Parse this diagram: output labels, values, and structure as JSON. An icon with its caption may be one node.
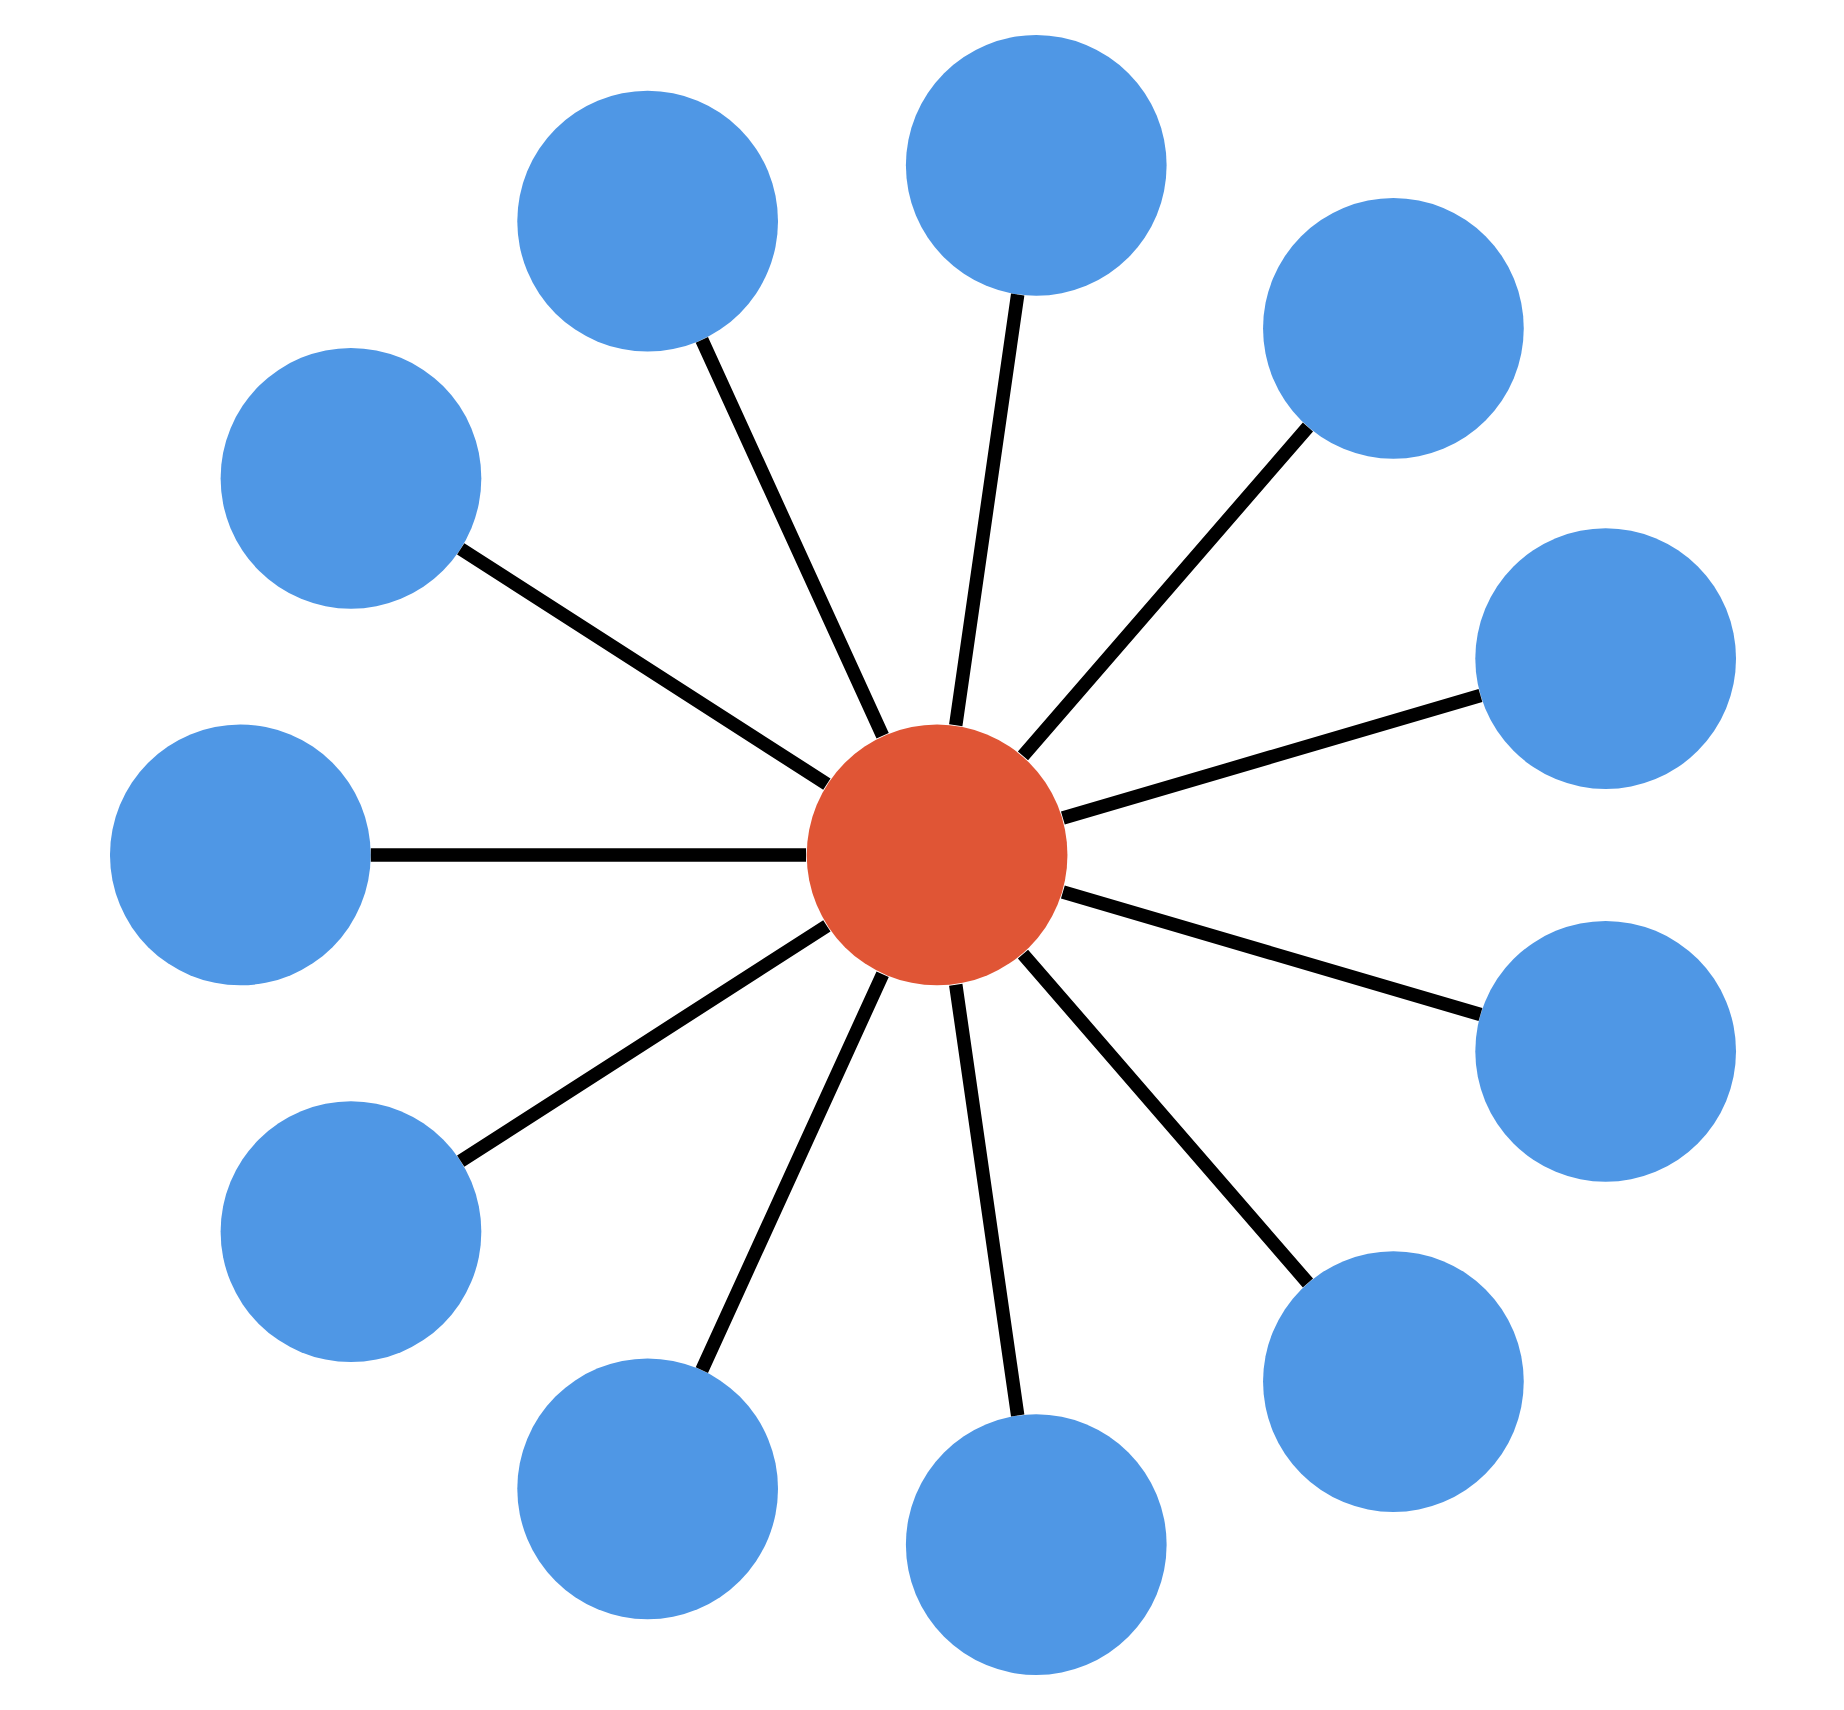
{
  "diagram": {
    "nodes": [
      {
        "text": [],
        "shape": "circle"
      },
      {
        "text": [],
        "shape": "circle"
      },
      {
        "text": [],
        "shape": "circle"
      },
      {
        "text": [],
        "shape": "circle"
      },
      {
        "text": [],
        "shape": "circle"
      },
      {
        "text": [],
        "shape": "circle"
      },
      {
        "text": [],
        "shape": "circle"
      },
      {
        "text": [],
        "shape": "circle"
      },
      {
        "text": [],
        "shape": "circle"
      },
      {
        "text": [],
        "shape": "circle"
      },
      {
        "text": [],
        "shape": "circle"
      },
      {
        "text": [],
        "shape": "circle"
      }
    ],
    "edges": [
      {
        "from": 0,
        "to": 1,
        "arrow": "none"
      },
      {
        "from": 0,
        "to": 2,
        "arrow": "none"
      },
      {
        "from": 0,
        "to": 3,
        "arrow": "none"
      },
      {
        "from": 0,
        "to": 4,
        "arrow": "none"
      },
      {
        "from": 0,
        "to": 5,
        "arrow": "none"
      },
      {
        "from": 0,
        "to": 6,
        "arrow": "none"
      },
      {
        "from": 0,
        "to": 7,
        "arrow": "none"
      },
      {
        "from": 0,
        "to": 8,
        "arrow": "none"
      },
      {
        "from": 0,
        "to": 9,
        "arrow": "none"
      },
      {
        "from": 0,
        "to": 10,
        "arrow": "none"
      },
      {
        "from": 0,
        "to": 11,
        "arrow": "none"
      }
    ]
  }
}
